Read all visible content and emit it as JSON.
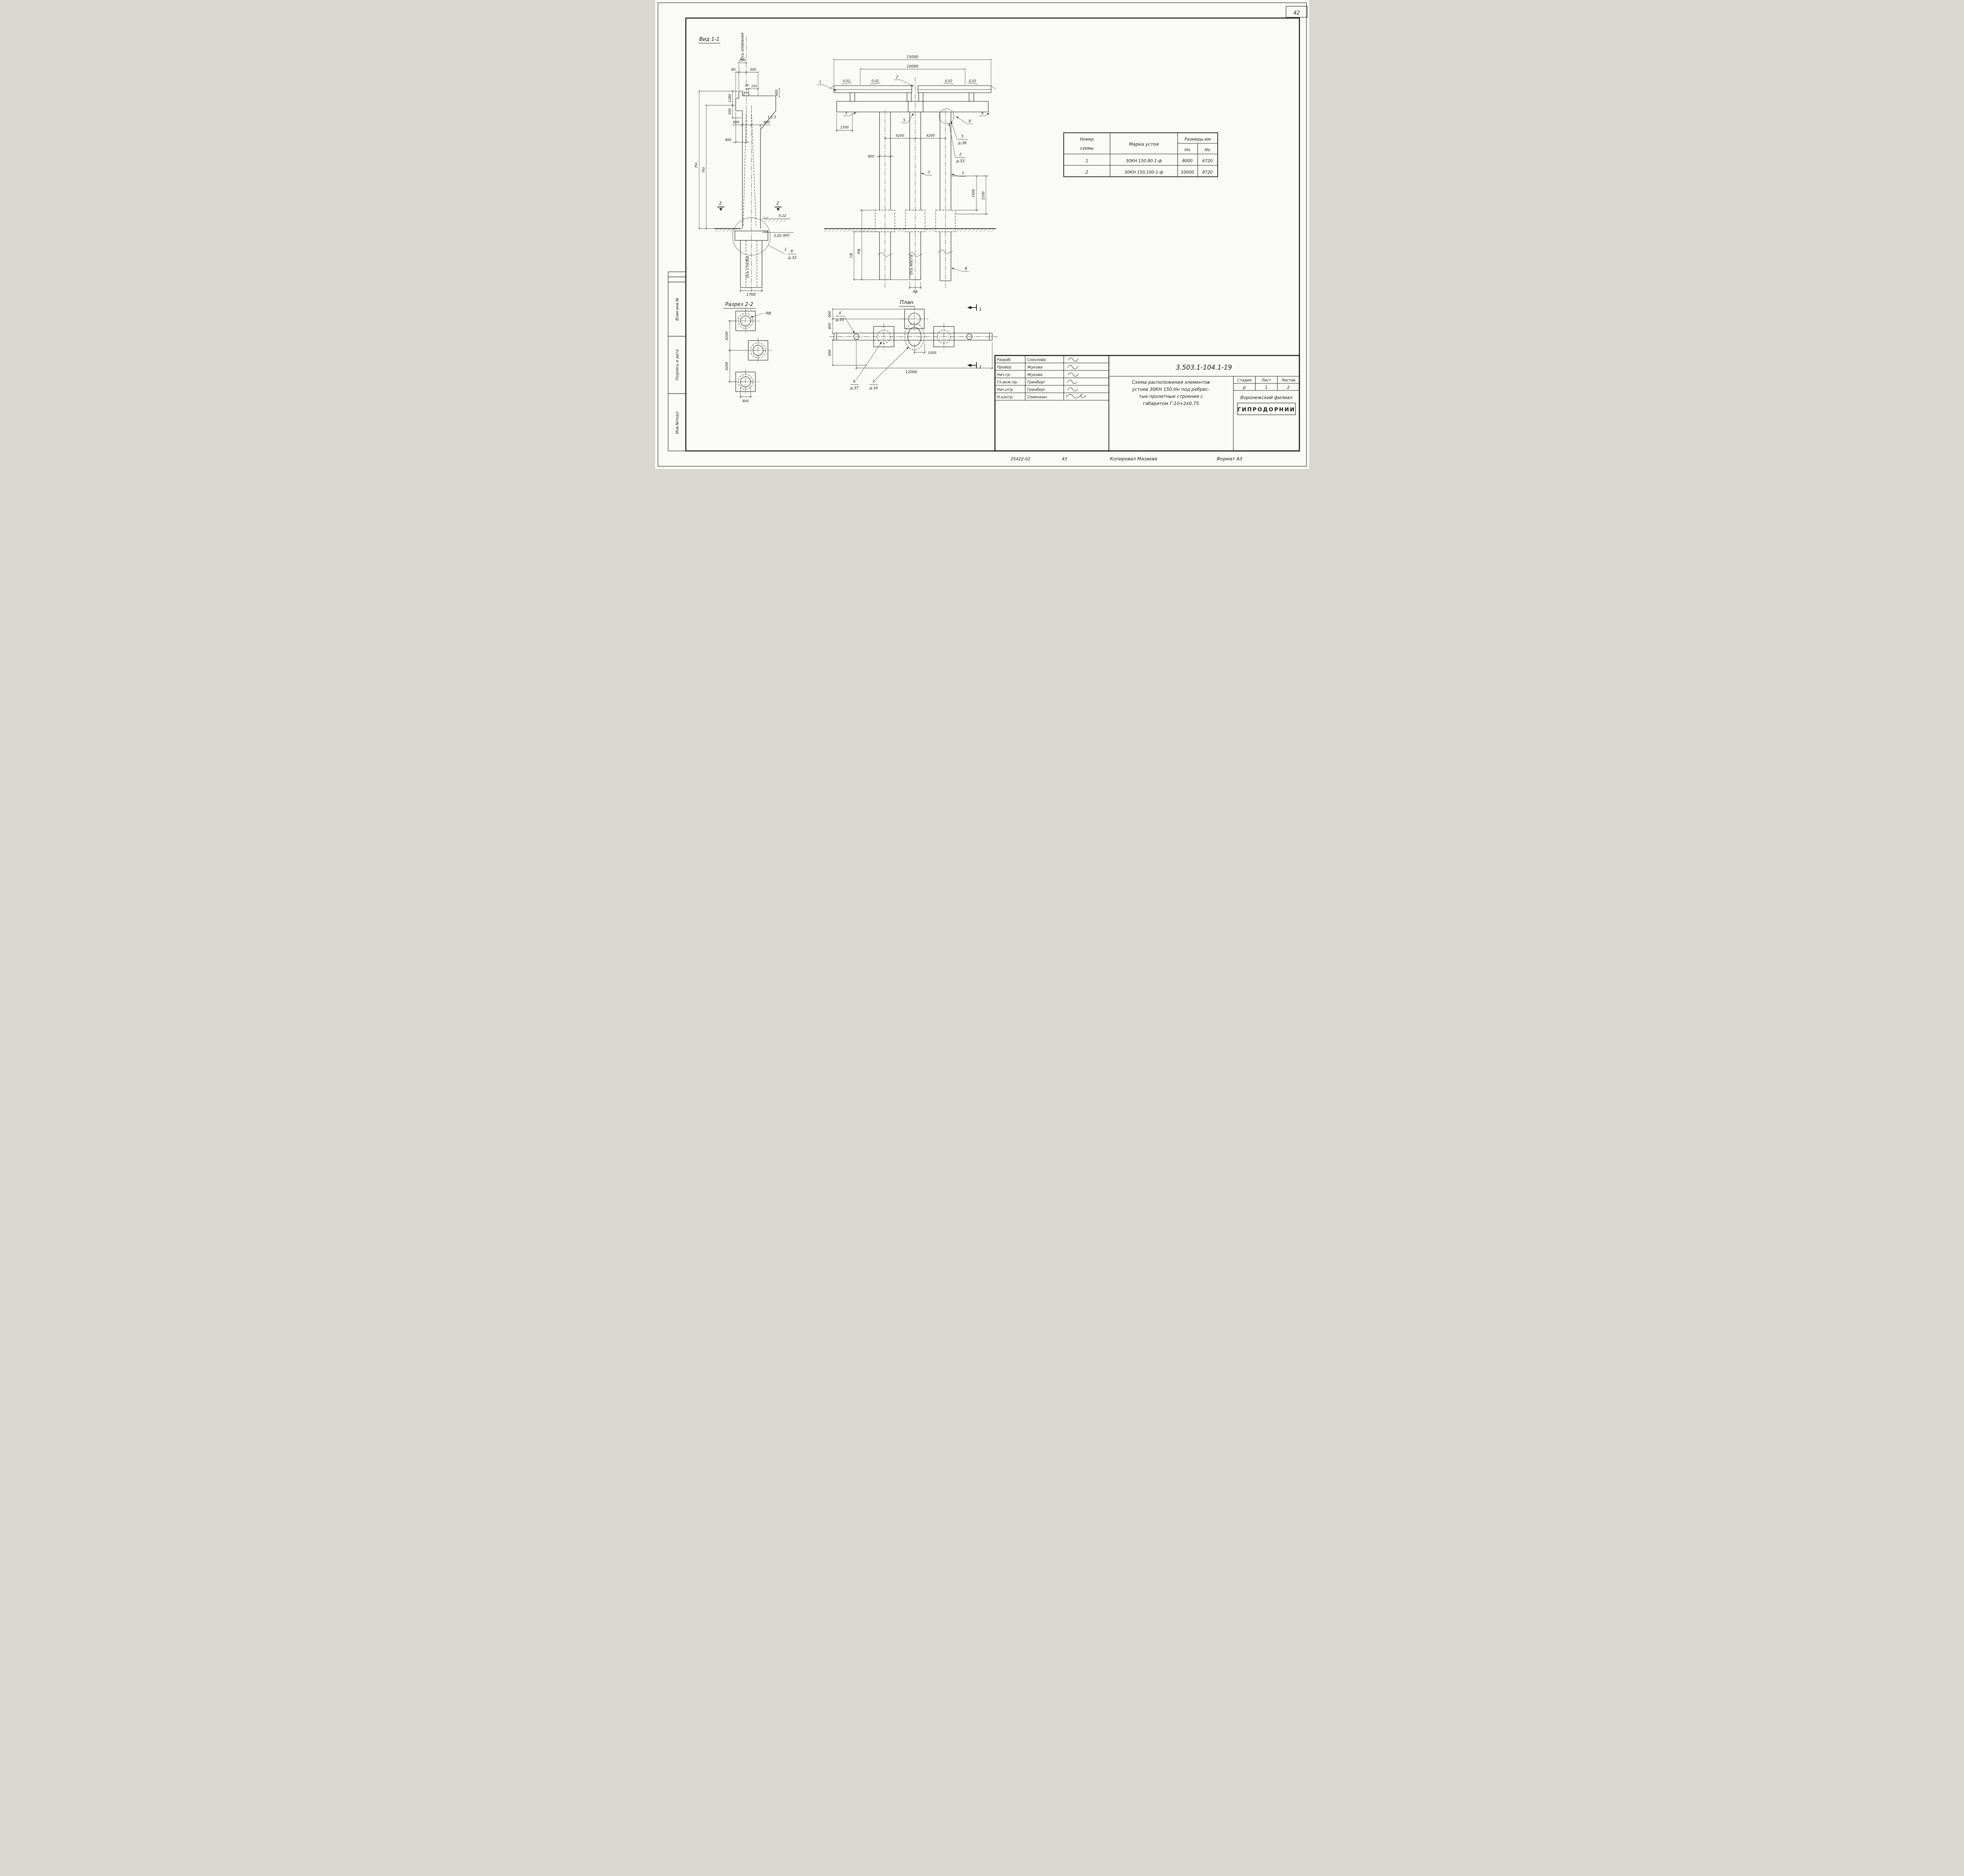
{
  "page": {
    "number": "42",
    "sidebar": {
      "cell1": "Взам.инв.№",
      "cell2": "Подпись и дата",
      "cell3": "Инв.№подл."
    },
    "stamp": {
      "order": "25422-02",
      "sheet": "43",
      "copied": "Копировал Мазаева",
      "format": "Формат А3"
    }
  },
  "view1": {
    "title": "Вид 1-1",
    "axis_bearing": "Ось опирания",
    "axis_column": "Ось столба",
    "section": "2",
    "callout": {
      "num": "1",
      "pos": "б",
      "det": "д.32"
    },
    "dims": {
      "d200": "200",
      "d80": "80",
      "d350": "350",
      "d38": "38",
      "d250": "250",
      "d400": "400",
      "d1280": "1280",
      "d500": "500",
      "d600": "600",
      "d800": "800",
      "d1700": "1700",
      "slope": "1:1,5",
      "hn": "Нн",
      "ho": "Но",
      "lvl022": "0,22",
      "lvl000": "0,00 ЛРП"
    }
  },
  "mainview": {
    "axis_bridge": "Ось моста",
    "callouts": {
      "c1": "1",
      "c2": "2",
      "c3": "3",
      "c4": "4",
      "c5": "5",
      "c6": "6",
      "c7": "7",
      "c8": "8"
    },
    "frac5": {
      "n": "5",
      "d": "д.36"
    },
    "frac2": {
      "n": "2",
      "d": "д.33"
    },
    "dims": {
      "d15000": "15000",
      "d10000": "10000",
      "slope": "0,02",
      "d1500": "1500",
      "d4200": "4200",
      "d800": "800",
      "d1900": "1900",
      "d2100": "2100",
      "lf": "Lф",
      "nf": "Нф",
      "df": "dф"
    }
  },
  "table": {
    "h_num1": "Номер",
    "h_num2": "схемы",
    "h_mark": "Марка  устоя",
    "h_size": "Размеры,мм",
    "h_hn": "Нн",
    "h_ho": "Но",
    "rows": [
      {
        "num": "1",
        "mark": "30КН 150.80-1-ф",
        "hn": "8000",
        "ho": "6720"
      },
      {
        "num": "2",
        "mark": "30КН 150,100-1-ф",
        "hn": "10000",
        "ho": "8720"
      }
    ]
  },
  "section22": {
    "title": "Разрез 2-2",
    "dims": {
      "df": "dф",
      "d4200": "4200",
      "d800": "800"
    }
  },
  "plan": {
    "title": "План",
    "section": "1",
    "dims": {
      "d600": "600",
      "d1000": "1000",
      "d12000": "12000"
    },
    "frac4": {
      "n": "4",
      "d": "д.35"
    },
    "frac6": {
      "n": "6",
      "d": "д.37"
    },
    "frac3": {
      "n": "3",
      "d": "д.34"
    }
  },
  "titleblock": {
    "rows": [
      {
        "role": "Разраб.",
        "name": "Соколова"
      },
      {
        "role": "Провер.",
        "name": "Жукова"
      },
      {
        "role": "Нач.гр.",
        "name": "Жукова"
      },
      {
        "role": "Гл.инж.пр.",
        "name": "Гринберг"
      },
      {
        "role": "Нач.отд.",
        "name": "Гринберг"
      },
      {
        "role": "Н.контр.",
        "name": "Семенкин"
      }
    ],
    "doc_number": "3.503.1-104.1-19",
    "desc_lines": [
      "Схема расположения элементов",
      "устоев 30КН 150.Нн под ребрис-",
      "тые пролетные строения с",
      "габаритом Г-10+2x0,75"
    ],
    "stage_label": "Стадия",
    "sheet_label": "Лист",
    "sheets_label": "Листов",
    "stage": "р",
    "sheet": "1",
    "sheets": "2",
    "org1": "Воронежский филиал",
    "org2": "ГИПРОДОРНИИ"
  }
}
